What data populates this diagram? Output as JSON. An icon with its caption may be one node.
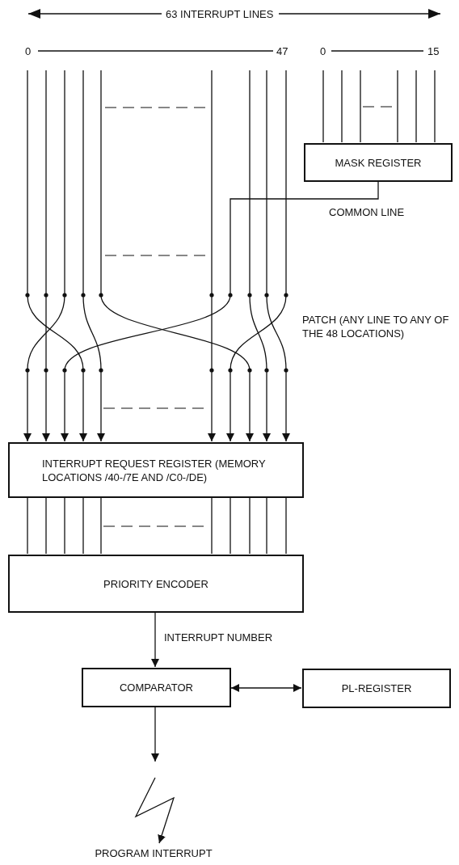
{
  "diagram": {
    "nodes": [
      {
        "text": [
          "MASK REGISTER"
        ]
      },
      {
        "text": [
          "INTERRUPT REQUEST REGISTER (MEMORY LOCATIONS /40-/7E AND /C0-/DE)"
        ]
      },
      {
        "text": [
          "PRIORITY ENCODER"
        ]
      },
      {
        "text": [
          "COMPARATOR"
        ]
      },
      {
        "text": [
          "PL-REGISTER"
        ]
      },
      {
        "text": [
          "PROGRAM INTERRUPT"
        ]
      }
    ],
    "edges": [
      {
        "from": null,
        "to": 0,
        "arrow": "none"
      },
      {
        "from": null,
        "to": 0,
        "arrow": "none"
      },
      {
        "from": null,
        "to": 0,
        "arrow": "none"
      },
      {
        "from": null,
        "to": 0,
        "arrow": "none"
      },
      {
        "from": null,
        "to": 0,
        "arrow": "none"
      },
      {
        "from": null,
        "to": 0,
        "arrow": "none"
      },
      {
        "from": null,
        "to": 1,
        "arrow": "to"
      },
      {
        "from": null,
        "to": 1,
        "arrow": "to"
      },
      {
        "from": null,
        "to": 1,
        "arrow": "to"
      },
      {
        "from": null,
        "to": 1,
        "arrow": "to"
      },
      {
        "from": null,
        "to": 1,
        "arrow": "to"
      },
      {
        "from": null,
        "to": 1,
        "arrow": "to"
      },
      {
        "from": null,
        "to": 1,
        "arrow": "to"
      },
      {
        "from": null,
        "to": 1,
        "arrow": "to"
      },
      {
        "from": null,
        "to": 1,
        "arrow": "to"
      },
      {
        "from": 0,
        "to": 1,
        "arrow": "to",
        "label": "COMMON LINE"
      },
      {
        "from": 1,
        "to": 2,
        "arrow": "none"
      },
      {
        "from": 1,
        "to": 2,
        "arrow": "none"
      },
      {
        "from": 1,
        "to": 2,
        "arrow": "none"
      },
      {
        "from": 1,
        "to": 2,
        "arrow": "none"
      },
      {
        "from": 1,
        "to": 2,
        "arrow": "none"
      },
      {
        "from": 1,
        "to": 2,
        "arrow": "none"
      },
      {
        "from": 1,
        "to": 2,
        "arrow": "none"
      },
      {
        "from": 1,
        "to": 2,
        "arrow": "none"
      },
      {
        "from": 1,
        "to": 2,
        "arrow": "none"
      },
      {
        "from": 1,
        "to": 2,
        "arrow": "none"
      },
      {
        "from": 2,
        "to": 3,
        "arrow": "to",
        "label": "INTERRUPT NUMBER"
      },
      {
        "from": 3,
        "to": 4,
        "arrow": "both"
      },
      {
        "from": 3,
        "to": null,
        "arrow": "to"
      },
      {
        "from": null,
        "to": 5,
        "arrow": "to"
      }
    ],
    "labels": [
      "63 INTERRUPT LINES",
      "0",
      "47",
      "0",
      "15",
      "PATCH (ANY LINE TO ANY OF THE 48 LOCATIONS)"
    ]
  }
}
